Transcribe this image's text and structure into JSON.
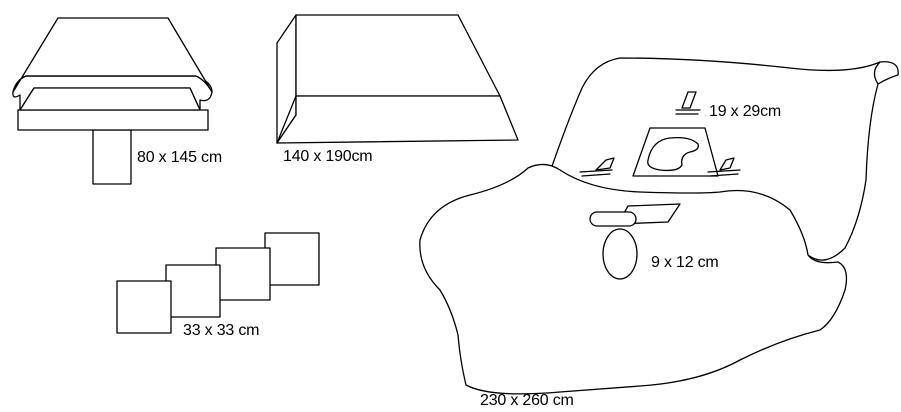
{
  "labels": {
    "table_cover": "80 x 145 cm",
    "back_table_cover": "140 x 190cm",
    "towels": "33 x 33 cm",
    "main_drape": "230 x 260 cm",
    "incise_film": "19 x 29cm",
    "small_pouch": "9 x 12 cm"
  },
  "colors": {
    "line": "#000000",
    "background": "#ffffff"
  }
}
